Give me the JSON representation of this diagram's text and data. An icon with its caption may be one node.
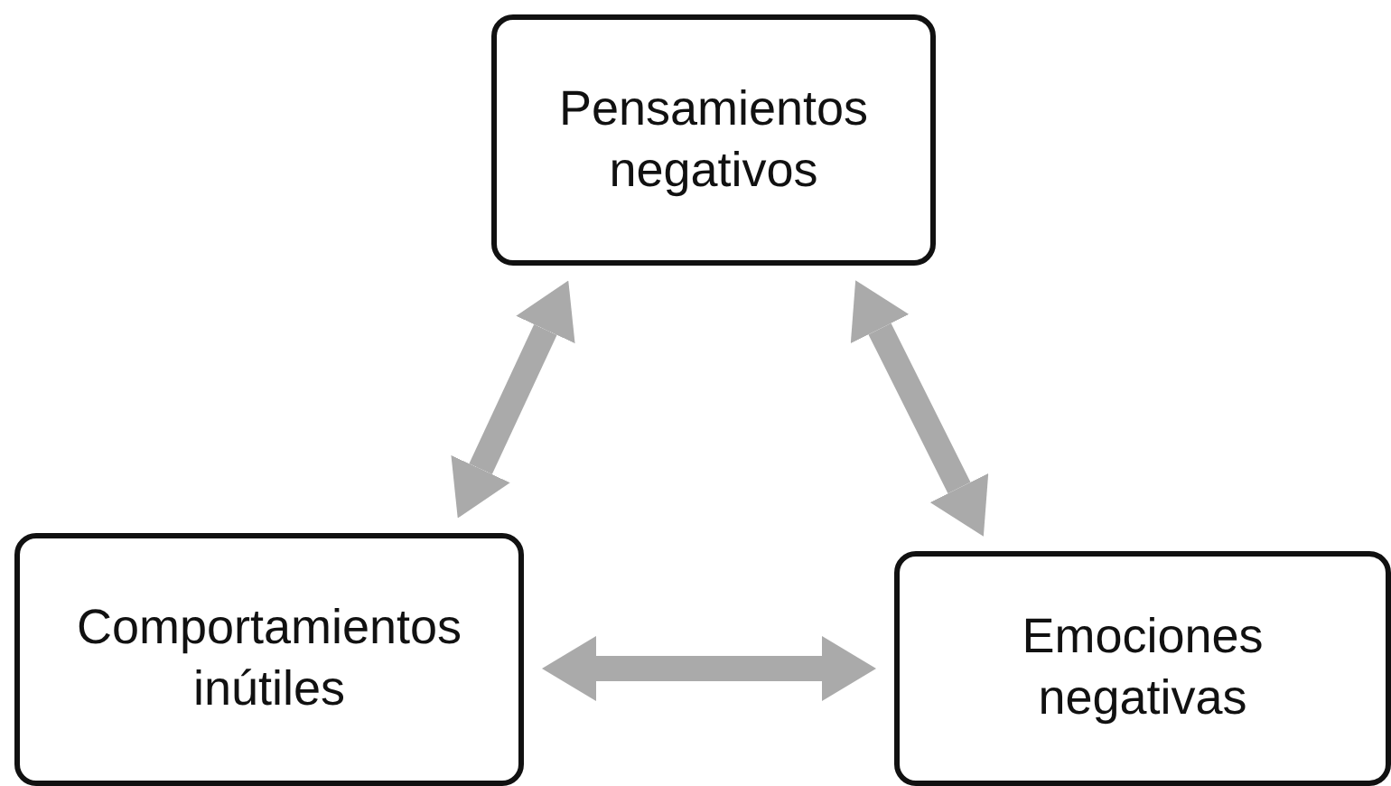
{
  "diagram": {
    "nodes": [
      {
        "text": [
          "Pensamientos negativos"
        ]
      },
      {
        "text": [
          "Comportamientos inútiles"
        ]
      },
      {
        "text": [
          "Emociones negativas"
        ]
      }
    ],
    "edges": [
      {
        "from": 0,
        "to": 1,
        "arrow": "both"
      },
      {
        "from": 0,
        "to": 2,
        "arrow": "both"
      },
      {
        "from": 1,
        "to": 2,
        "arrow": "both"
      }
    ]
  }
}
